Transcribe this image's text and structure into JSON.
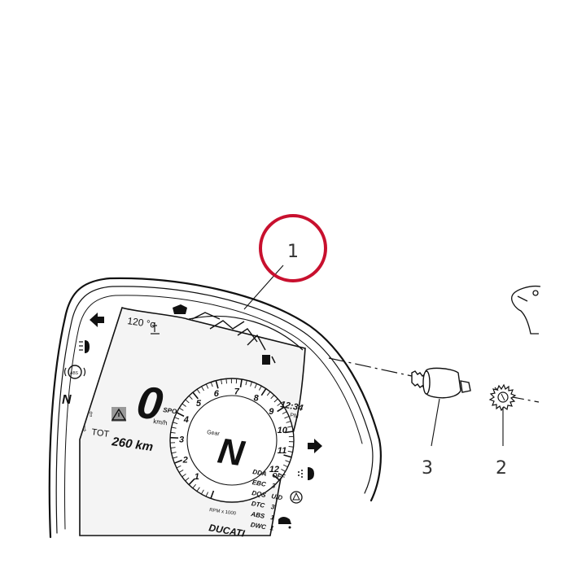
{
  "callouts": {
    "dashboard": "1",
    "nut": "2",
    "stud": "3"
  },
  "highlight_color": "#c8102e",
  "display": {
    "temperature": "120 °c",
    "speed": "0",
    "speed_unit": "km/h",
    "riding_mode": "SPORT",
    "gear_label": "Gear",
    "gear": "N",
    "clock_time": "12:34",
    "clock_period": "PM",
    "trip_label": "TOT",
    "odometer": "260 km",
    "rpm_label": "RPM x 1000",
    "rpm_ticks": [
      "1",
      "2",
      "3",
      "4",
      "5",
      "6",
      "7",
      "8",
      "9",
      "10",
      "11",
      "12"
    ],
    "status_rows": [
      {
        "label": "DDA",
        "value": "OFF"
      },
      {
        "label": "EBC",
        "value": "3"
      },
      {
        "label": "DQS",
        "value": "U/D"
      },
      {
        "label": "DTC",
        "value": "3"
      },
      {
        "label": "ABS",
        "value": "1"
      },
      {
        "label": "DWC",
        "value": "1"
      }
    ],
    "brand": "DUCATI"
  },
  "indicators": {
    "neutral": "N",
    "abs": "ABS"
  }
}
